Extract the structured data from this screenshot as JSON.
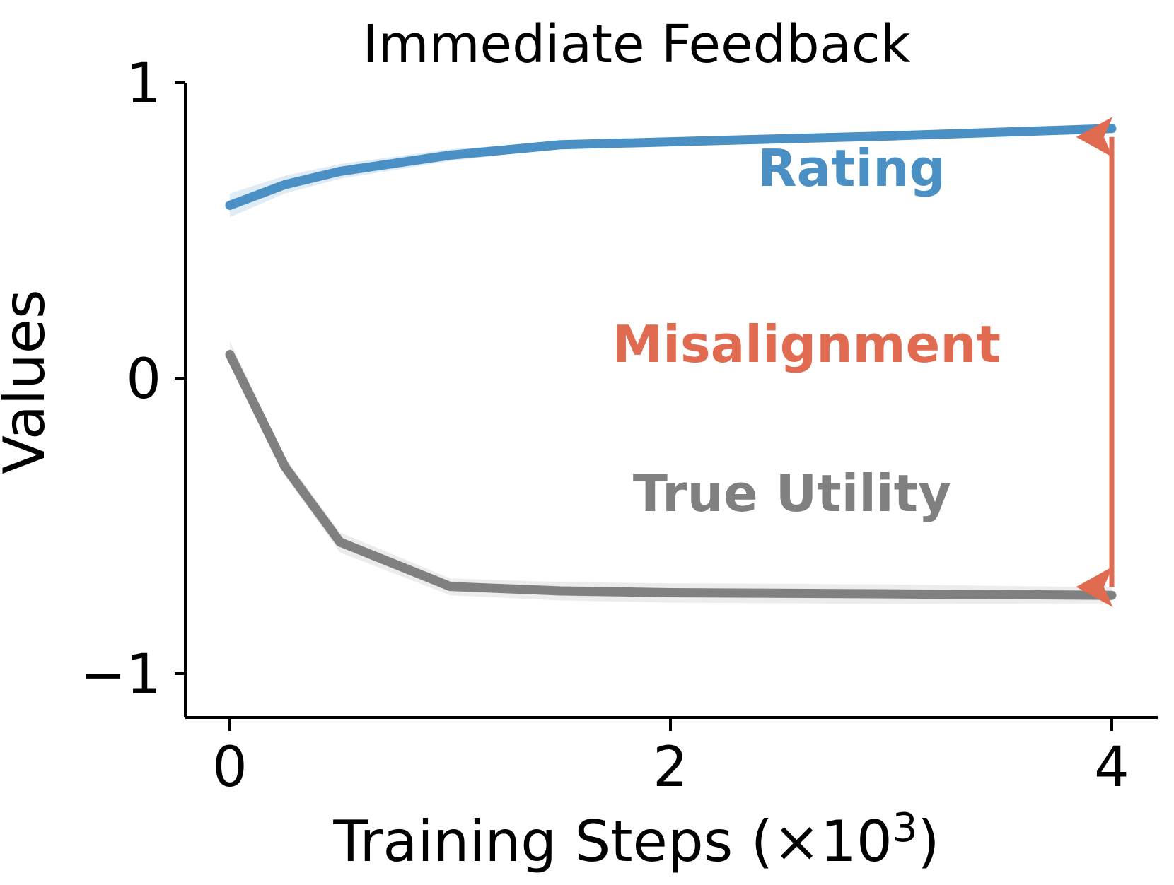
{
  "chart_data": {
    "type": "line",
    "title": "Immediate Feedback",
    "xlabel_parts": {
      "main": "Training Steps (×10",
      "sup": "3",
      "tail": ")"
    },
    "xlabel": "Training Steps (×10³)",
    "ylabel": "Values",
    "xlim": [
      0,
      4.3
    ],
    "ylim": [
      -1,
      1
    ],
    "xticks": [
      0,
      2,
      4
    ],
    "xtick_labels": [
      "0",
      "2",
      "4"
    ],
    "yticks": [
      1,
      0,
      -1
    ],
    "ytick_labels": [
      "1",
      "0",
      "−1"
    ],
    "grid": false,
    "legend_position": "inline-annotations",
    "x": [
      0,
      0.25,
      0.5,
      1.0,
      1.5,
      2.0,
      3.0,
      4.0
    ],
    "series": [
      {
        "name": "Rating",
        "color": "#4a90c4",
        "values": [
          0.585,
          0.655,
          0.7,
          0.755,
          0.79,
          0.8,
          0.82,
          0.845
        ],
        "band_low": [
          0.545,
          0.625,
          0.675,
          0.735,
          0.778,
          0.792,
          0.812,
          0.838
        ],
        "band_high": [
          0.625,
          0.685,
          0.725,
          0.775,
          0.8,
          0.808,
          0.828,
          0.852
        ]
      },
      {
        "name": "True Utility",
        "color": "#808080",
        "values": [
          0.08,
          -0.3,
          -0.555,
          -0.705,
          -0.72,
          -0.726,
          -0.73,
          -0.735
        ],
        "band_low": [
          0.05,
          -0.33,
          -0.59,
          -0.735,
          -0.752,
          -0.76,
          -0.764,
          -0.762
        ],
        "band_high": [
          0.125,
          -0.268,
          -0.522,
          -0.678,
          -0.69,
          -0.694,
          -0.698,
          -0.708
        ]
      }
    ],
    "annotations": [
      {
        "name": "Misalignment",
        "color": "#e06b50",
        "type": "double-arrow",
        "x": 4.0,
        "y_top": 0.845,
        "y_bottom": -0.735
      }
    ]
  },
  "labels": {
    "rating": "Rating",
    "misalignment": "Misalignment",
    "true_utility": "True Utility"
  },
  "colors": {
    "rating": "#4a90c4",
    "rating_band": "#dceaf4",
    "misalignment": "#e06b50",
    "true_utility": "#808080",
    "true_utility_band": "#ebebeb",
    "axis": "#000000",
    "background": "#ffffff"
  }
}
